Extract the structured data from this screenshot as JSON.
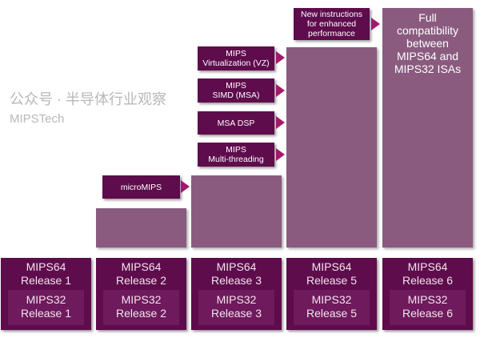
{
  "releases": [
    {
      "top": "MIPS64",
      "top2": "Release 1",
      "inner": "MIPS32",
      "inner2": "Release 1"
    },
    {
      "top": "MIPS64",
      "top2": "Release 2",
      "inner": "MIPS32",
      "inner2": "Release 2"
    },
    {
      "top": "MIPS64",
      "top2": "Release 3",
      "inner": "MIPS32",
      "inner2": "Release 3"
    },
    {
      "top": "MIPS64",
      "top2": "Release 5",
      "inner": "MIPS32",
      "inner2": "Release 5"
    },
    {
      "top": "MIPS64",
      "top2": "Release 6",
      "inner": "MIPS32",
      "inner2": "Release 6"
    }
  ],
  "features": {
    "micromips": "microMIPS",
    "vz1": "MIPS",
    "vz2": "Virtualization (VZ)",
    "simd1": "MIPS",
    "simd2": "SIMD (MSA)",
    "dsp": "MSA DSP",
    "mt1": "MIPS",
    "mt2": "Multi-threading",
    "new1": "New instructions",
    "new2": "for enhanced",
    "new3": "performance"
  },
  "r6_bar": [
    "Full",
    "compatibility",
    "between",
    "MIPS64 and",
    "MIPS32 ISAs"
  ],
  "watermark": {
    "text": "公众号 · 半导体行业观察",
    "brand": "MIPSTech"
  },
  "colors": {
    "release": "#5e0c4c",
    "bar": "#8a5b7f",
    "arrow": "#a3186f"
  }
}
